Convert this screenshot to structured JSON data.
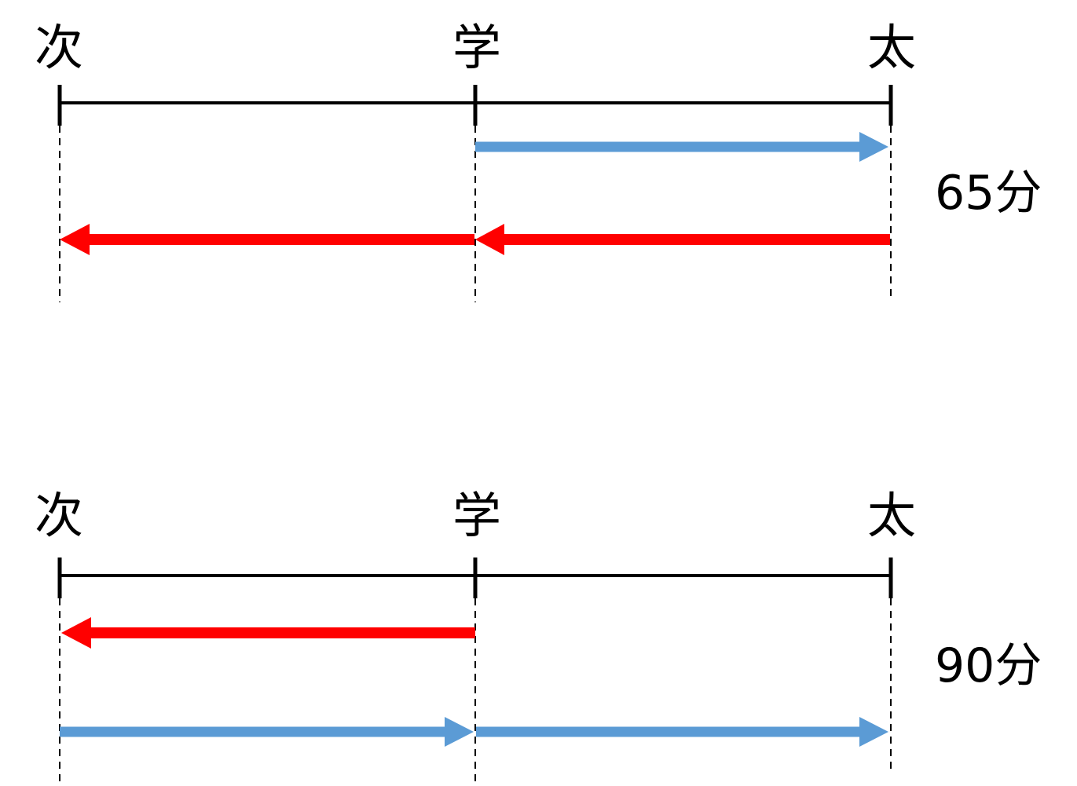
{
  "colors": {
    "line": "#000000",
    "arrow_blue": "#5b9bd5",
    "arrow_red": "#ff0000"
  },
  "top": {
    "points": [
      "次",
      "学",
      "太"
    ],
    "time": "65分"
  },
  "bottom": {
    "points": [
      "次",
      "学",
      "太"
    ],
    "time": "90分"
  }
}
